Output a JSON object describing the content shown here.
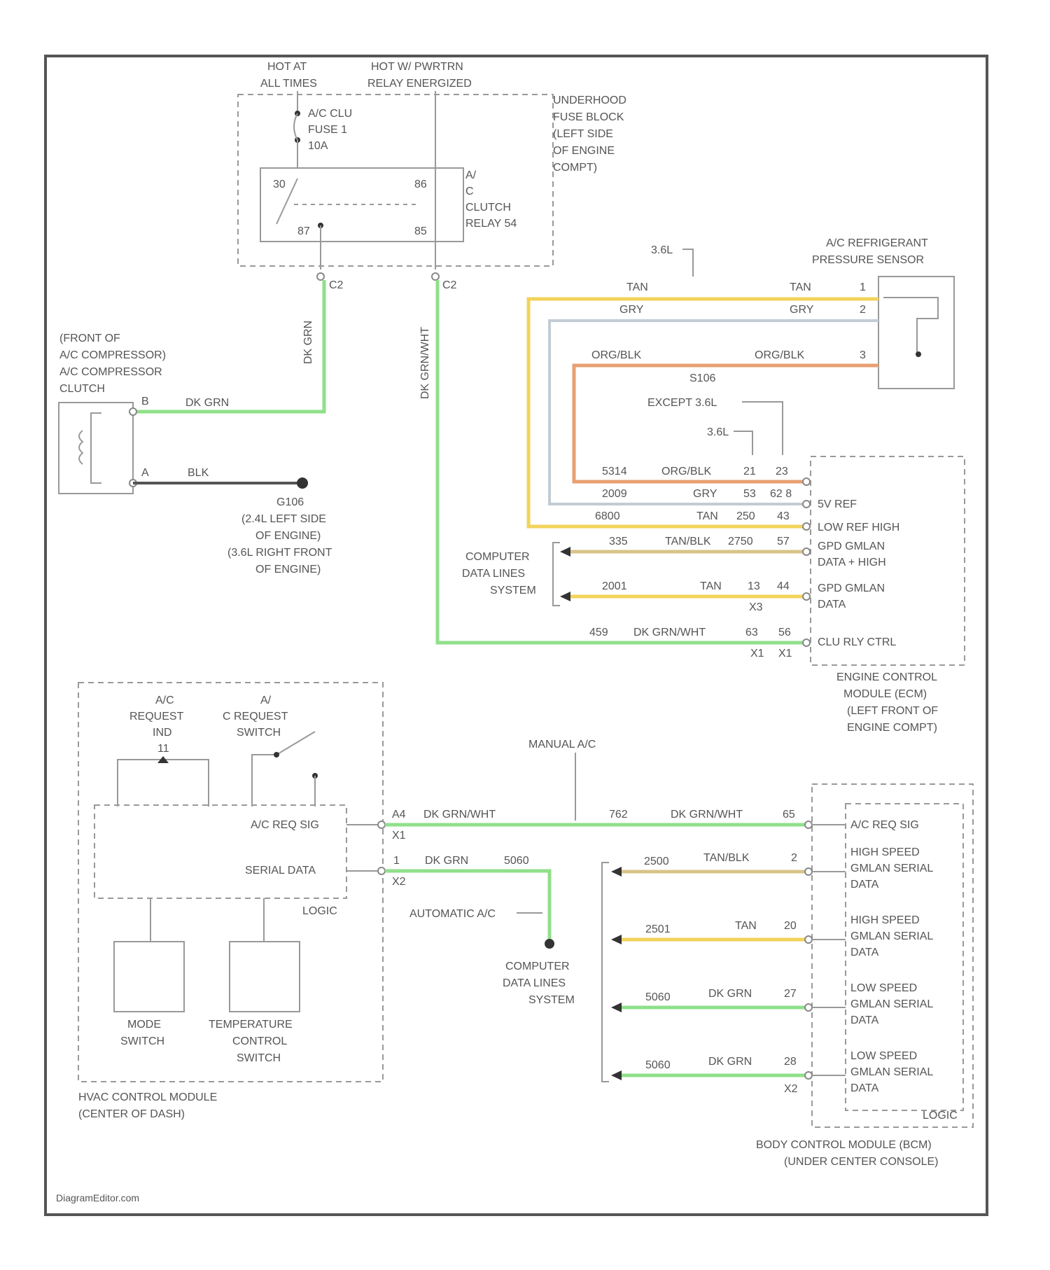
{
  "labels": {
    "hot_at": "HOT AT",
    "all_times": "ALL TIMES",
    "hot_pt_1": "HOT W/ PWRTRN",
    "hot_pt_2": "RELAY ENERGIZED",
    "ac_clu": "A/C CLU",
    "fuse_1": "FUSE 1",
    "fuse_amp": "10A",
    "fb_1": "UNDERHOOD",
    "fb_2": "FUSE BLOCK",
    "fb_3": "(LEFT SIDE",
    "fb_4": "OF ENGINE",
    "fb_5": "COMPT)",
    "relay_1": "A/",
    "relay_2": "C",
    "relay_3": "CLUTCH",
    "relay_4": "RELAY 54",
    "pin_30": "30",
    "pin_86": "86",
    "pin_87": "87",
    "pin_85": "85",
    "conn_c2a": "C2",
    "conn_c2b": "C2",
    "wire_dk_grn_v": "DK GRN",
    "wire_dk_grnwht_v": "DK GRN/WHT",
    "comp_1": "(FRONT OF",
    "comp_2": "A/C COMPRESSOR)",
    "comp_3": "A/C COMPRESSOR",
    "comp_4": "CLUTCH",
    "pin_b": "B",
    "pin_a": "A",
    "wire_dk_grn": "DK GRN",
    "wire_blk": "BLK",
    "g106": "G106",
    "g106_1": "(2.4L LEFT SIDE",
    "g106_2": "OF ENGINE)",
    "g106_3": "(3.6L RIGHT FRONT",
    "g106_4": "OF ENGINE)",
    "eng_36l": "3.6L",
    "sensor_1": "A/C REFRIGERANT",
    "sensor_2": "PRESSURE SENSOR",
    "tan": "TAN",
    "gry": "GRY",
    "orgblk": "ORG/BLK",
    "pin_1": "1",
    "pin_2": "2",
    "pin_3": "3",
    "s106": "S106",
    "except_36l": "EXCEPT 3.6L",
    "eng_36l_b": "3.6L",
    "c_5314": "5314",
    "orgblk2": "ORG/BLK",
    "pin_21": "21",
    "pin_23": "23",
    "c_2009": "2009",
    "gry2": "GRY",
    "pin_53": "53",
    "pin_628": "62 8",
    "c_6800": "6800",
    "tan2": "TAN",
    "pin_250": "250",
    "pin_43": "43",
    "c_335": "335",
    "tanblk": "TAN/BLK",
    "pin_2750": "2750",
    "pin_57": "57",
    "c_2001": "2001",
    "tan3": "TAN",
    "pin_13": "13",
    "pin_44": "44",
    "x3": "X3",
    "c_459": "459",
    "dkgrnwht": "DK GRN/WHT",
    "pin_63": "63",
    "pin_56": "56",
    "x1": "X1",
    "x1b": "X1",
    "cdl1_1": "COMPUTER",
    "cdl1_2": "DATA LINES",
    "cdl1_3": "SYSTEM",
    "ecm_5v": "5V REF",
    "ecm_low": "LOW REF HIGH",
    "ecm_gm1": "GPD GMLAN",
    "ecm_gm2": "DATA + HIGH",
    "ecm_gm3": "GPD GMLAN",
    "ecm_gm4": "DATA",
    "ecm_clu": "CLU RLY CTRL",
    "ecm_1": "ENGINE CONTROL",
    "ecm_2": "MODULE (ECM)",
    "ecm_3": "(LEFT FRONT OF",
    "ecm_4": "ENGINE COMPT)",
    "ac_req_ind_1": "A/C",
    "ac_req_ind_2": "REQUEST",
    "ac_req_ind_3": "IND",
    "ac_req_ind_4": "11",
    "ac_sw_1": "A/",
    "ac_sw_2": "C REQUEST",
    "ac_sw_3": "SWITCH",
    "hvac_req": "A/C REQ SIG",
    "hvac_serial": "SERIAL DATA",
    "hvac_logic": "LOGIC",
    "mode_1": "MODE",
    "mode_2": "SWITCH",
    "temp_1": "TEMPERATURE",
    "temp_2": "CONTROL",
    "temp_3": "SWITCH",
    "hvac_1": "HVAC CONTROL MODULE",
    "hvac_2": "(CENTER OF DASH)",
    "manual_ac": "MANUAL A/C",
    "pin_a4": "A4",
    "x1c": "X1",
    "dkgrnwht2": "DK GRN/WHT",
    "c_762": "762",
    "dkgrnwht3": "DK GRN/WHT",
    "pin_65": "65",
    "pin_1b": "1",
    "x2": "X2",
    "dkgrn2": "DK GRN",
    "c_5060": "5060",
    "auto_ac": "AUTOMATIC A/C",
    "cdl2_1": "COMPUTER",
    "cdl2_2": "DATA LINES",
    "cdl2_3": "SYSTEM",
    "c_2500": "2500",
    "tanblk2": "TAN/BLK",
    "pin_2b": "2",
    "c_2501": "2501",
    "tan4": "TAN",
    "pin_20": "20",
    "c_5060b": "5060",
    "dkgrn3": "DK GRN",
    "pin_27": "27",
    "c_5060c": "5060",
    "dkgrn4": "DK GRN",
    "pin_28": "28",
    "x2b": "X2",
    "bcm_req": "A/C REQ SIG",
    "bcm_hs1_1": "HIGH SPEED",
    "bcm_hs1_2": "GMLAN SERIAL",
    "bcm_hs1_3": "DATA",
    "bcm_hs2_1": "HIGH SPEED",
    "bcm_hs2_2": "GMLAN SERIAL",
    "bcm_hs2_3": "DATA",
    "bcm_ls1_1": "LOW SPEED",
    "bcm_ls1_2": "GMLAN SERIAL",
    "bcm_ls1_3": "DATA",
    "bcm_ls2_1": "LOW SPEED",
    "bcm_ls2_2": "GMLAN SERIAL",
    "bcm_ls2_3": "DATA",
    "bcm_logic": "LOGIC",
    "bcm_1": "BODY CONTROL MODULE (BCM)",
    "bcm_2": "(UNDER CENTER CONSOLE)",
    "footer": "DiagramEditor.com"
  },
  "colors": {
    "dk_grn": "#8fe08a",
    "tan": "#f2d35a",
    "org_blk": "#e8a070",
    "gry": "#c3ccd4",
    "tan_blk": "#d8c48a",
    "blk": "#555555"
  }
}
